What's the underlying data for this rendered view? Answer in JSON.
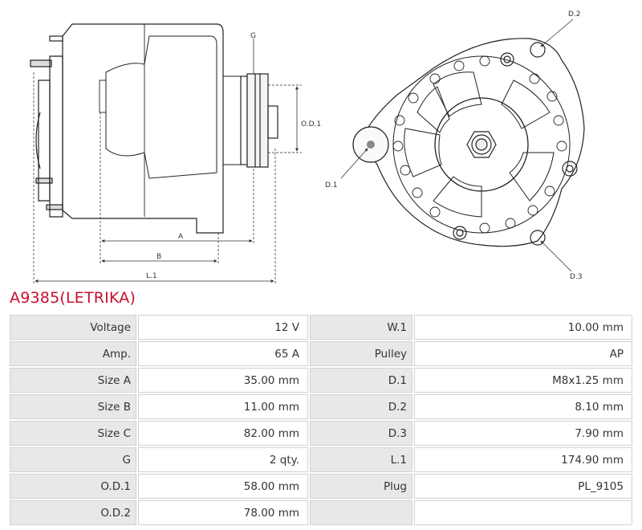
{
  "product": {
    "title": "A9385(LETRIKA)"
  },
  "drawing": {
    "labels": {
      "g": "G",
      "od1": "O.D.1",
      "a": "A",
      "b": "B",
      "l1": "L.1",
      "d1": "D.1",
      "d2": "D.2",
      "d3": "D.3"
    }
  },
  "specs": [
    {
      "label1": "Voltage",
      "value1": "12 V",
      "label2": "W.1",
      "value2": "10.00 mm"
    },
    {
      "label1": "Amp.",
      "value1": "65 A",
      "label2": "Pulley",
      "value2": "AP"
    },
    {
      "label1": "Size A",
      "value1": "35.00 mm",
      "label2": "D.1",
      "value2": "M8x1.25 mm"
    },
    {
      "label1": "Size B",
      "value1": "11.00 mm",
      "label2": "D.2",
      "value2": "8.10 mm"
    },
    {
      "label1": "Size C",
      "value1": "82.00 mm",
      "label2": "D.3",
      "value2": "7.90 mm"
    },
    {
      "label1": "G",
      "value1": "2 qty.",
      "label2": "L.1",
      "value2": "174.90 mm"
    },
    {
      "label1": "O.D.1",
      "value1": "58.00 mm",
      "label2": "Plug",
      "value2": "PL_9105"
    },
    {
      "label1": "O.D.2",
      "value1": "78.00 mm",
      "label2": "",
      "value2": ""
    }
  ]
}
